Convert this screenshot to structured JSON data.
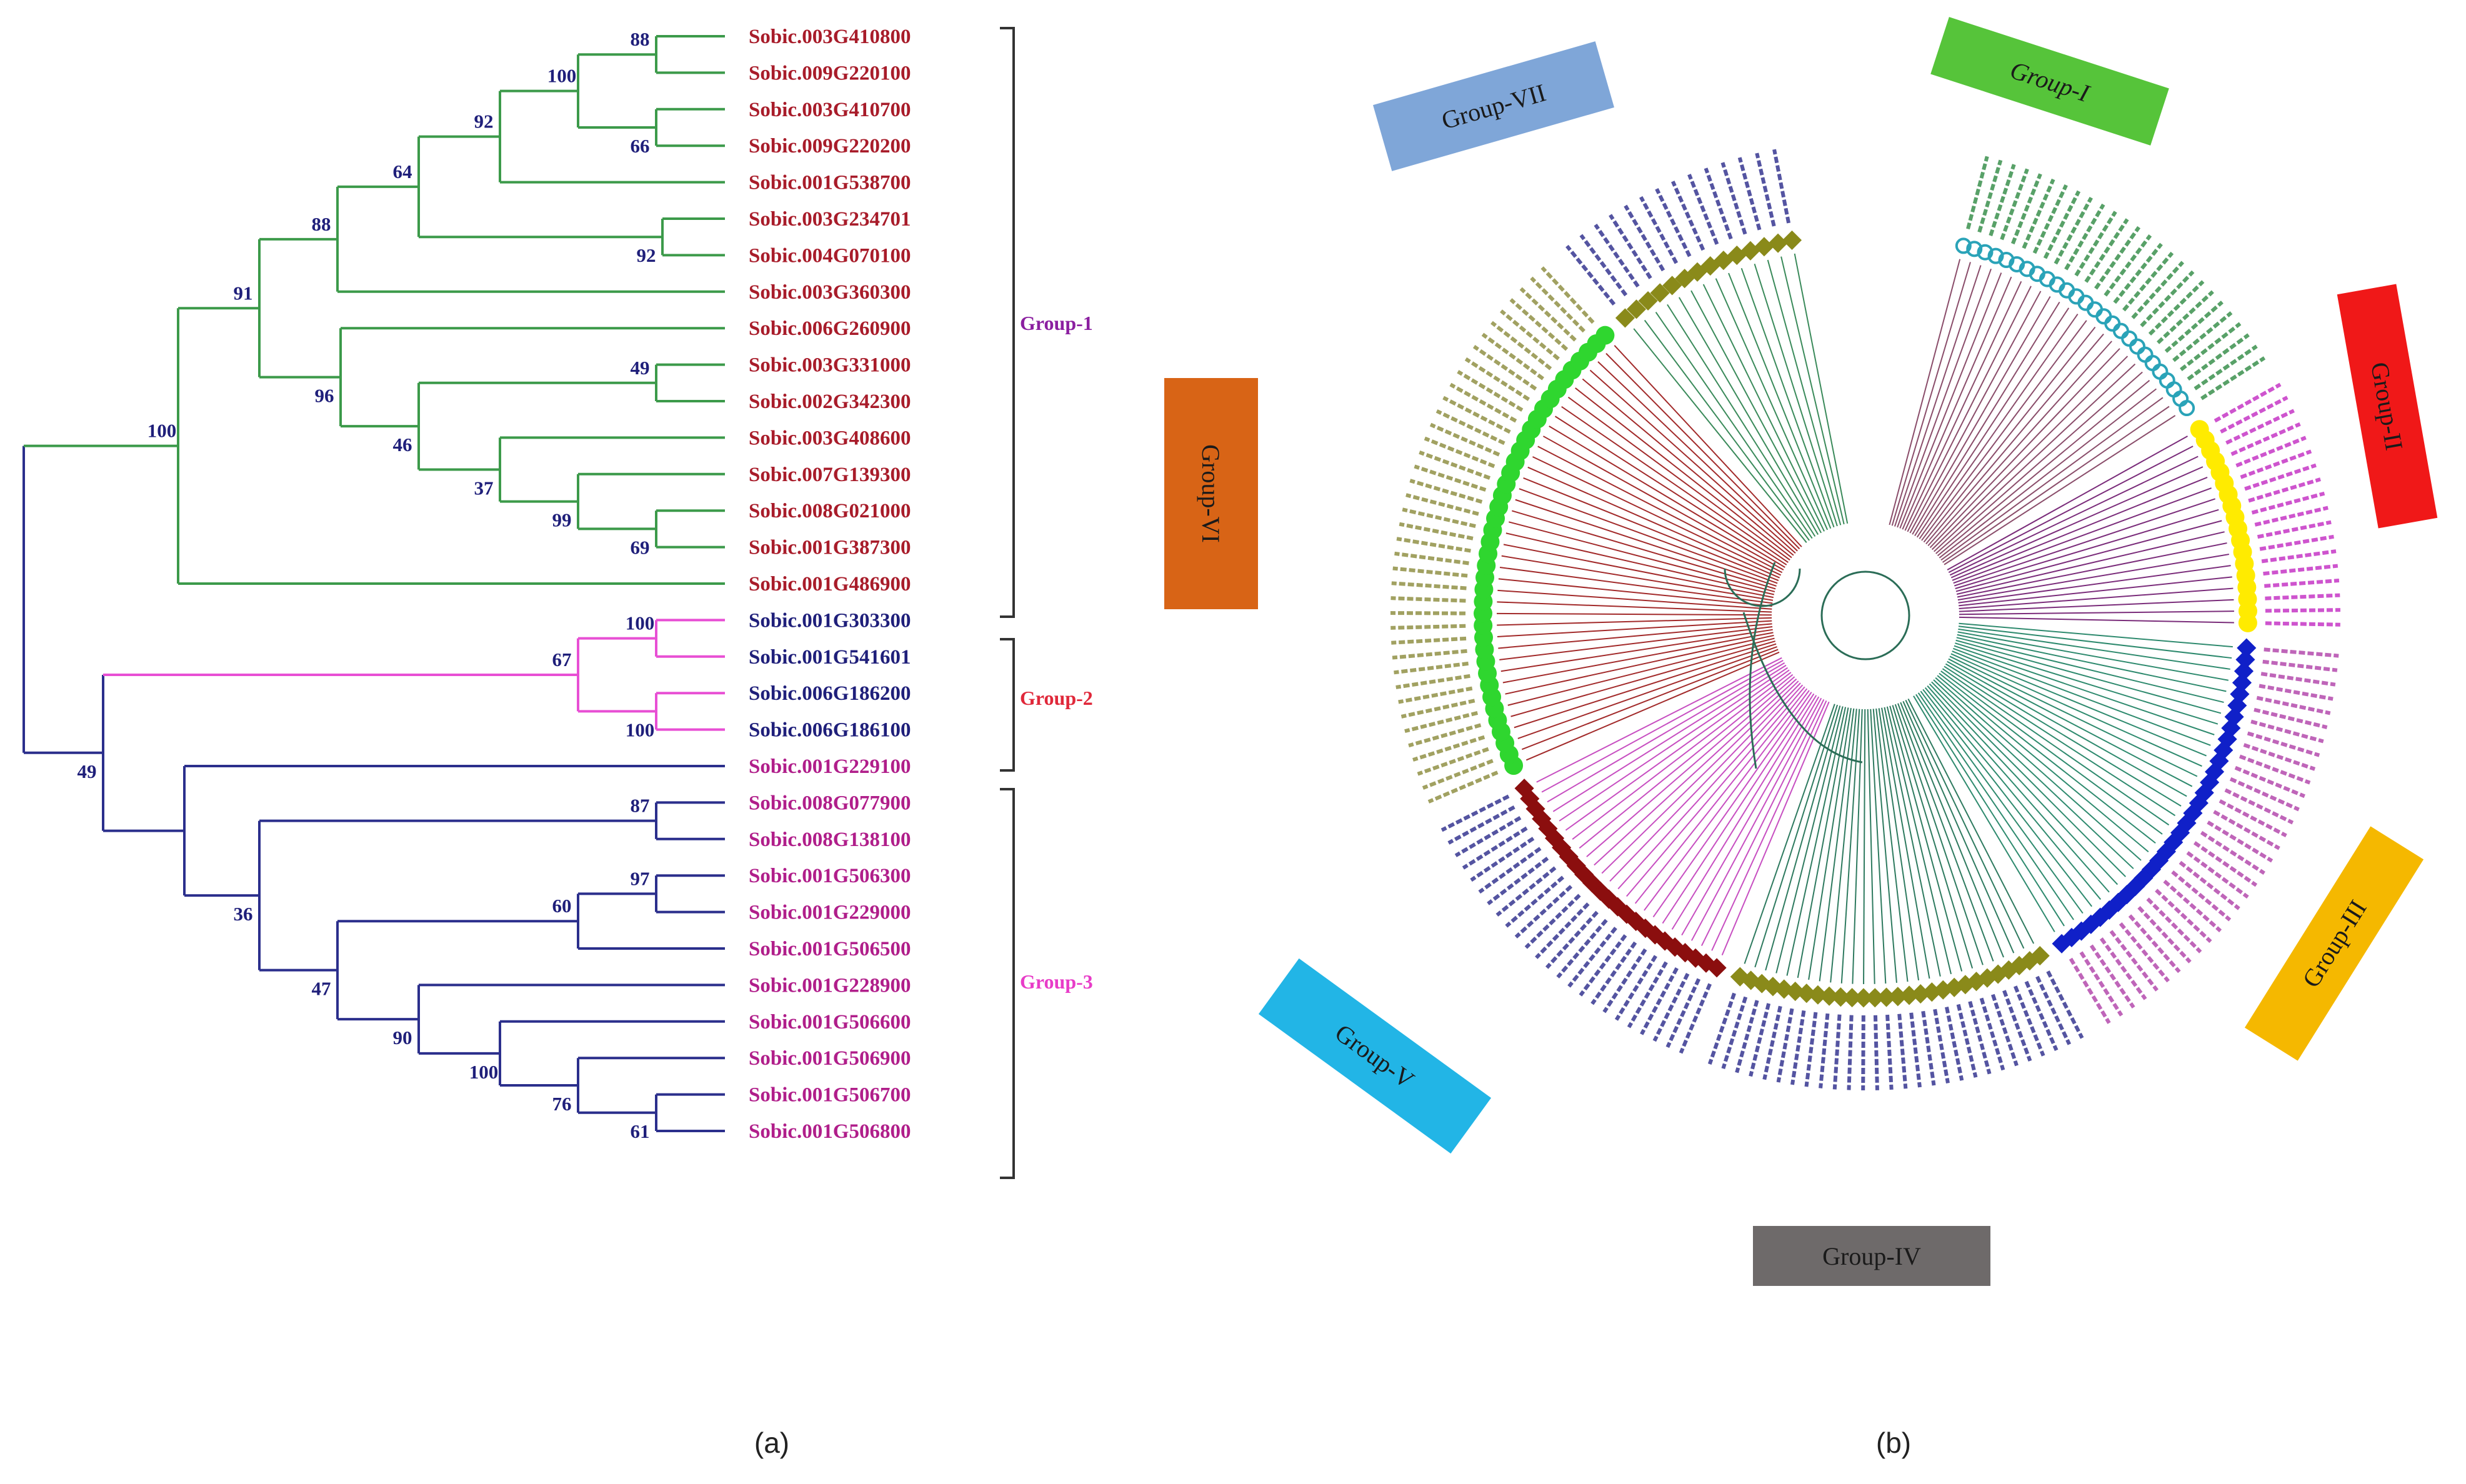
{
  "panel_labels": {
    "a": "(a)",
    "b": "(b)"
  },
  "colors": {
    "group1_branch": "#3c9a4a",
    "group2_branch": "#e84fd4",
    "group3_branch": "#2b2f8c",
    "gene_red": "#a81c2a",
    "gene_blue": "#1f1f7a",
    "gene_magenta": "#b01e8a",
    "bootstrap": "#1f1f7a"
  },
  "tree_a": {
    "groups": [
      {
        "label": "Group-1",
        "color": "#8b1fa0"
      },
      {
        "label": "Group-2",
        "color": "#e0283a"
      },
      {
        "label": "Group-3",
        "color": "#e83cc8"
      }
    ],
    "genes": [
      "Sobic.003G410800",
      "Sobic.009G220100",
      "Sobic.003G410700",
      "Sobic.009G220200",
      "Sobic.001G538700",
      "Sobic.003G234701",
      "Sobic.004G070100",
      "Sobic.003G360300",
      "Sobic.006G260900",
      "Sobic.003G331000",
      "Sobic.002G342300",
      "Sobic.003G408600",
      "Sobic.007G139300",
      "Sobic.008G021000",
      "Sobic.001G387300",
      "Sobic.001G486900",
      "Sobic.001G303300",
      "Sobic.001G541601",
      "Sobic.006G186200",
      "Sobic.006G186100",
      "Sobic.001G229100",
      "Sobic.008G077900",
      "Sobic.008G138100",
      "Sobic.001G506300",
      "Sobic.001G229000",
      "Sobic.001G506500",
      "Sobic.001G228900",
      "Sobic.001G506600",
      "Sobic.001G506900",
      "Sobic.001G506700",
      "Sobic.001G506800"
    ],
    "bootstrap": [
      "88",
      "100",
      "66",
      "92",
      "64",
      "92",
      "88",
      "91",
      "100",
      "49",
      "96",
      "46",
      "37",
      "99",
      "69",
      "100",
      "67",
      "100",
      "87",
      "97",
      "60",
      "49",
      "36",
      "47",
      "90",
      "100",
      "76",
      "61"
    ]
  },
  "tree_b": {
    "groups": [
      {
        "label": "Group-I",
        "color": "#56c43a"
      },
      {
        "label": "Group-II",
        "color": "#f01818"
      },
      {
        "label": "Group-III",
        "color": "#f5b800"
      },
      {
        "label": "Group-IV",
        "color": "#6e6a6a"
      },
      {
        "label": "Group-V",
        "color": "#22b5e6"
      },
      {
        "label": "Group-VI",
        "color": "#d86416"
      },
      {
        "label": "Group-VII",
        "color": "#7fa6d8"
      }
    ]
  }
}
